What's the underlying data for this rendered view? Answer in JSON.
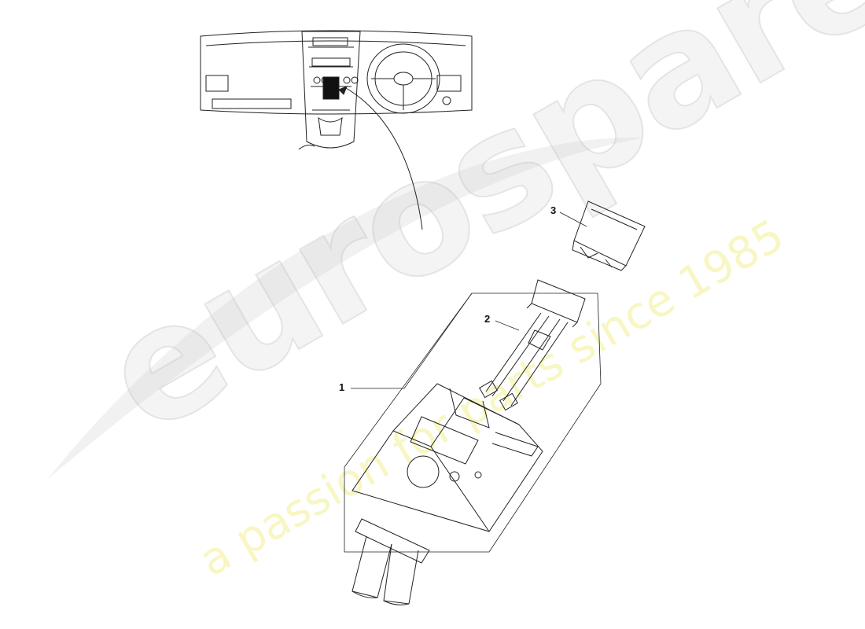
{
  "callouts": [
    {
      "id": "1",
      "text": "1"
    },
    {
      "id": "2",
      "text": "2"
    },
    {
      "id": "3",
      "text": "3"
    }
  ],
  "watermark": {
    "brand": "eurospares",
    "tagline": "a passion for parts since 1985"
  },
  "colors": {
    "line": "#222222",
    "watermark_gray": "#cccccc",
    "watermark_yellow": "#f0ea78"
  }
}
